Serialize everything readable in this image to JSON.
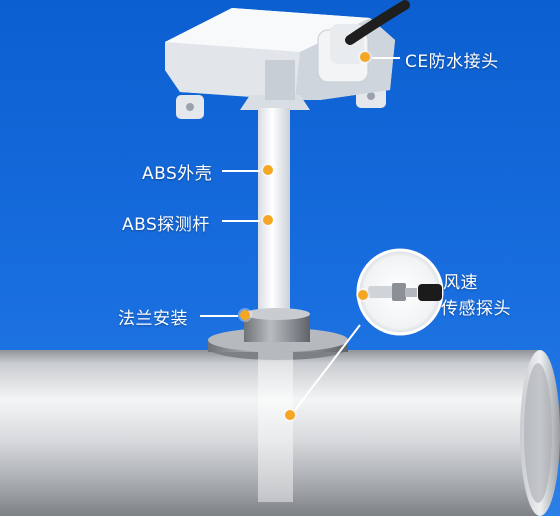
{
  "colors": {
    "background": "#1466d6",
    "label_text": "#ffffff",
    "marker": "#f5a623"
  },
  "callouts": {
    "waterproof_connector": "CE防水接头",
    "abs_housing": "ABS外壳",
    "abs_probe_rod": "ABS探测杆",
    "flange_mount": "法兰安装",
    "wind_speed_probe_line1": "风速",
    "wind_speed_probe_line2": "传感探头"
  }
}
